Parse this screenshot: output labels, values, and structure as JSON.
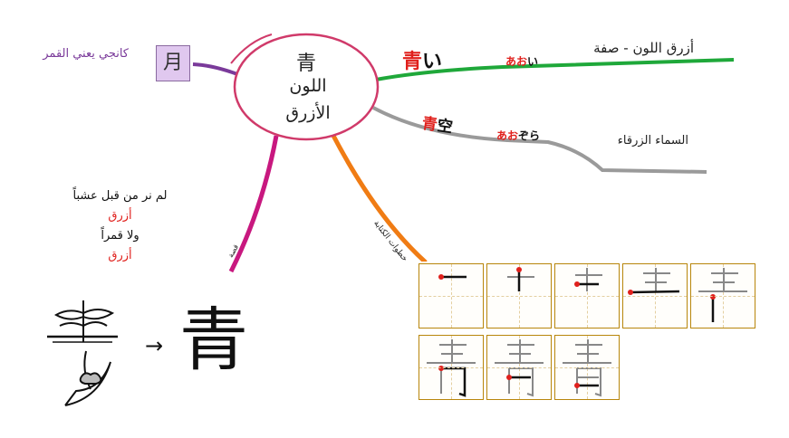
{
  "center": {
    "kanji": "青",
    "line1": "اللون",
    "line2": "الأزرق"
  },
  "moon_branch": {
    "kanji": "月",
    "label": "كانجي يعني القمر"
  },
  "branch_adjective": {
    "word_kanji": "青",
    "word_kana": "い",
    "reading_prefix": "あお",
    "reading_suffix": "い",
    "meaning": "أزرق اللون - صفة"
  },
  "branch_sky": {
    "word_kanji_1": "青",
    "word_kanji_2": "空",
    "reading_part1": "あお",
    "reading_part2": "ぞら",
    "meaning": "السماء الزرقاء"
  },
  "stroke_branch": {
    "label": "خطوات الكتابة"
  },
  "mnemonic_branch": {
    "label": "قصة"
  },
  "poem": {
    "line1": "لم نر من قبل عشباً",
    "line2": "أزرق",
    "line3": "ولا قمراً",
    "line4": "أزرق"
  },
  "evolution": {
    "arrow": "→",
    "final_kanji": "青"
  },
  "colors": {
    "green": "#1fa83a",
    "gray": "#9a9a9a",
    "orange": "#f07c14",
    "magenta": "#c8187f",
    "purple": "#7a3a9a",
    "red": "#e0201c",
    "ellipse": "#d03a6a"
  }
}
